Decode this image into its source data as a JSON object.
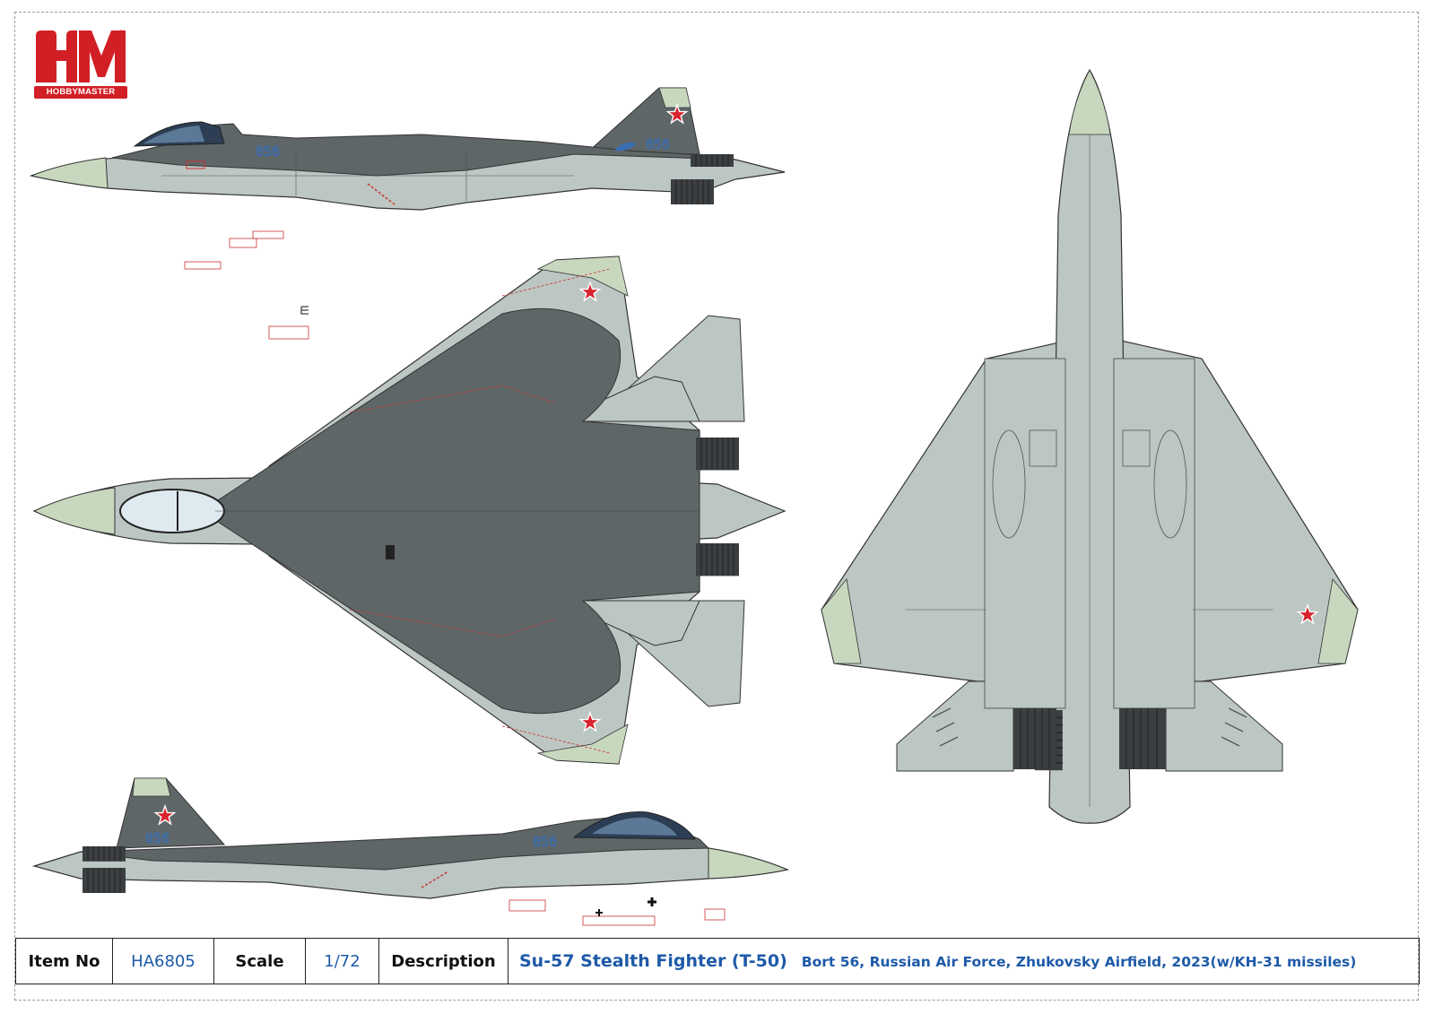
{
  "logo": {
    "mark": "HM",
    "wordmark": "HOBBYMASTER"
  },
  "aircraft": {
    "bort_number": "056"
  },
  "info_table": {
    "item_no_label": "Item No",
    "item_no_value": "HA6805",
    "scale_label": "Scale",
    "scale_value": "1/72",
    "description_label": "Description",
    "description_title": "Su-57 Stealth Fighter (T-50)",
    "description_detail": "Bort 56, Russian Air Force, Zhukovsky Airfield, 2023(w/KH-31 missiles)"
  },
  "colors": {
    "light_grey": "#bcc6c3",
    "dark_grey": "#5f6668",
    "nose_green": "#c8d8bf",
    "star_red": "#d9232e",
    "bort_blue": "#3a6fb4",
    "panel_red": "#cc3333",
    "logo_red": "#d21f26",
    "text_blue": "#1e5aa8"
  }
}
